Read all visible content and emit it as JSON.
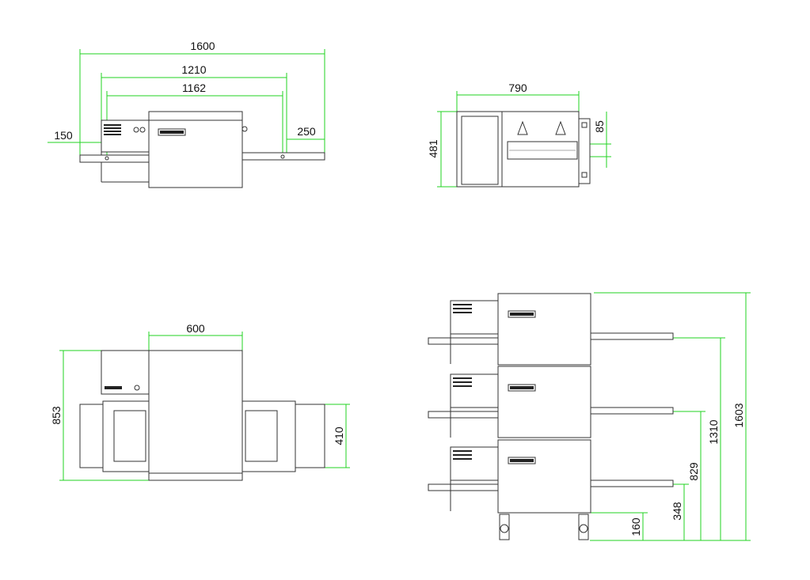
{
  "diagram": {
    "views": {
      "front_single": {
        "dims": {
          "overall": "1600",
          "inner": "1210",
          "belt": "1162",
          "left_ext": "150",
          "right_ext": "250"
        }
      },
      "side": {
        "dims": {
          "depth": "790",
          "height": "481",
          "opening": "85"
        }
      },
      "top": {
        "dims": {
          "chamber": "600",
          "depth": "853",
          "belt_width": "410"
        }
      },
      "stacked": {
        "dims": {
          "total_height": "1603",
          "h2": "1310",
          "h3": "829",
          "h4": "348",
          "h5": "160"
        }
      }
    }
  }
}
